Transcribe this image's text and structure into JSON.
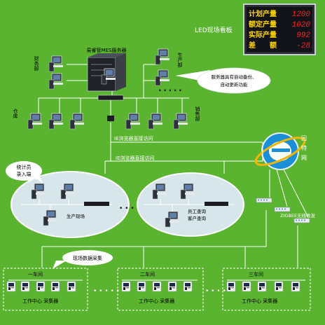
{
  "led_board": {
    "caption": "LED现场看板",
    "rows": [
      {
        "label": "计划产量",
        "value": "1200"
      },
      {
        "label": "额定产量",
        "value": "1020"
      },
      {
        "label": "实际产量",
        "value": "992"
      },
      {
        "label": "差　　额",
        "value": "-28"
      }
    ]
  },
  "server": {
    "label": "易睿管MES服务器"
  },
  "departments": {
    "finance": "财务部",
    "production": "生产部",
    "warehouse": "仓库",
    "sales": "销售部"
  },
  "callouts": {
    "server_backup_line1": "服务器具有自动备份、",
    "server_backup_line2": "自动更新功能",
    "stats_line1": "统计员",
    "stats_line2": "录入端",
    "field_data": "现场数据采集"
  },
  "links": {
    "ie_top": "IE浏览器直接访问",
    "ie_mid": "IE浏览器直接访问"
  },
  "internet": {
    "chars": [
      "因",
      "特",
      "网"
    ]
  },
  "sites": {
    "production_site": "生产现场",
    "staff_query": "员工查询",
    "customer_query": "客户查询"
  },
  "zigbee": {
    "label": "ZIGBEE无线收发"
  },
  "workshops": [
    {
      "name": "一车间",
      "label": "工作中心  采集器"
    },
    {
      "name": "二车间",
      "label": "工作中心  采集器"
    },
    {
      "name": "三车间",
      "label": "工作中心  采集器"
    }
  ],
  "ellipsis": "• • • • •",
  "colors": {
    "background": "#5bb42f",
    "led_red": "#ff2020",
    "led_yellow": "#ffd400",
    "ie_blue": "#1a8fd8"
  }
}
